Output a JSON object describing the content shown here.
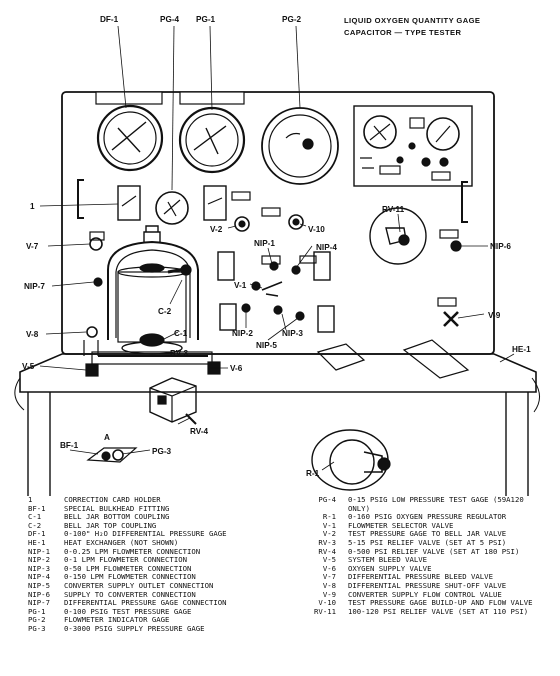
{
  "figure": {
    "title_line1": "LIQUID OXYGEN QUANTITY GAGE",
    "title_line2": "CAPACITOR — TYPE TESTER",
    "callouts": {
      "df1": "DF-1",
      "pg4": "PG-4",
      "pg1": "PG-1",
      "pg2": "PG-2",
      "one": "1",
      "v7": "V-7",
      "nip7": "NIP-7",
      "v8": "V-8",
      "v5": "V-5",
      "v2": "V-2",
      "v10": "V-10",
      "nip1": "NIP-1",
      "nip4": "NIP-4",
      "v1": "V-1",
      "c2": "C-2",
      "c1": "C-1",
      "rv3": "RV-3",
      "nip2": "NIP-2",
      "nip3": "NIP-3",
      "nip5": "NIP-5",
      "v6": "V-6",
      "rv11": "RV-11",
      "nip6": "NIP-6",
      "v9": "V-9",
      "he1": "HE-1",
      "rv4": "RV-4",
      "r1": "R-1",
      "a": "A",
      "bf1": "BF-1",
      "pg3": "PG-3"
    }
  },
  "legend": {
    "left": [
      {
        "code": "1",
        "desc": "CORRECTION CARD HOLDER"
      },
      {
        "code": "BF-1",
        "desc": "SPECIAL BULKHEAD FITTING"
      },
      {
        "code": "C-1",
        "desc": "BELL JAR BOTTOM COUPLING"
      },
      {
        "code": "C-2",
        "desc": "BELL JAR TOP COUPLING"
      },
      {
        "code": "DF-1",
        "desc": "0-100\" H₂O DIFFERENTIAL PRESSURE GAGE"
      },
      {
        "code": "HE-1",
        "desc": "HEAT EXCHANGER (NOT SHOWN)"
      },
      {
        "code": "NIP-1",
        "desc": "0-0.25 LPM FLOWMETER CONNECTION"
      },
      {
        "code": "NIP-2",
        "desc": "0-1 LPM FLOWMETER CONNECTION"
      },
      {
        "code": "NIP-3",
        "desc": "0-50 LPM FLOWMETER CONNECTION"
      },
      {
        "code": "NIP-4",
        "desc": "0-150 LPM FLOWMETER CONNECTION"
      },
      {
        "code": "NIP-5",
        "desc": "CONVERTER SUPPLY OUTLET CONNECTION"
      },
      {
        "code": "NIP-6",
        "desc": "SUPPLY TO CONVERTER CONNECTION"
      },
      {
        "code": "NIP-7",
        "desc": "DIFFERENTIAL PRESSURE GAGE CONNECTION"
      },
      {
        "code": "PG-1",
        "desc": "0-100 PSIG TEST PRESSURE GAGE"
      },
      {
        "code": "PG-2",
        "desc": "FLOWMETER INDICATOR GAGE"
      },
      {
        "code": "PG-3",
        "desc": "0-3000 PSIG SUPPLY PRESSURE GAGE"
      }
    ],
    "right": [
      {
        "code": "PG-4",
        "desc": "0-15 PSIG LOW PRESSURE TEST GAGE (59A120 ONLY)"
      },
      {
        "code": "R-1",
        "desc": "0-160 PSIG OXYGEN PRESSURE REGULATOR"
      },
      {
        "code": "V-1",
        "desc": "FLOWMETER SELECTOR VALVE"
      },
      {
        "code": "V-2",
        "desc": "TEST PRESSURE GAGE TO BELL JAR VALVE"
      },
      {
        "code": "RV-3",
        "desc": "5-15 PSI RELIEF VALVE (SET AT 5 PSI)"
      },
      {
        "code": "RV-4",
        "desc": "0-500 PSI RELIEF VALVE (SET AT 180 PSI)"
      },
      {
        "code": "V-5",
        "desc": "SYSTEM BLEED VALVE"
      },
      {
        "code": "V-6",
        "desc": "OXYGEN SUPPLY VALVE"
      },
      {
        "code": "V-7",
        "desc": "DIFFERENTIAL PRESSURE BLEED VALVE"
      },
      {
        "code": "V-8",
        "desc": "DIFFERENTIAL PRESSURE SHUT-OFF VALVE"
      },
      {
        "code": "V-9",
        "desc": "CONVERTER SUPPLY FLOW CONTROL VALUE"
      },
      {
        "code": "V-10",
        "desc": "TEST PRESSURE GAGE BUILD-UP AND FLOW VALVE"
      },
      {
        "code": "RV-11",
        "desc": "100-120 PSI RELIEF VALVE (SET AT 110 PSI)"
      }
    ]
  }
}
